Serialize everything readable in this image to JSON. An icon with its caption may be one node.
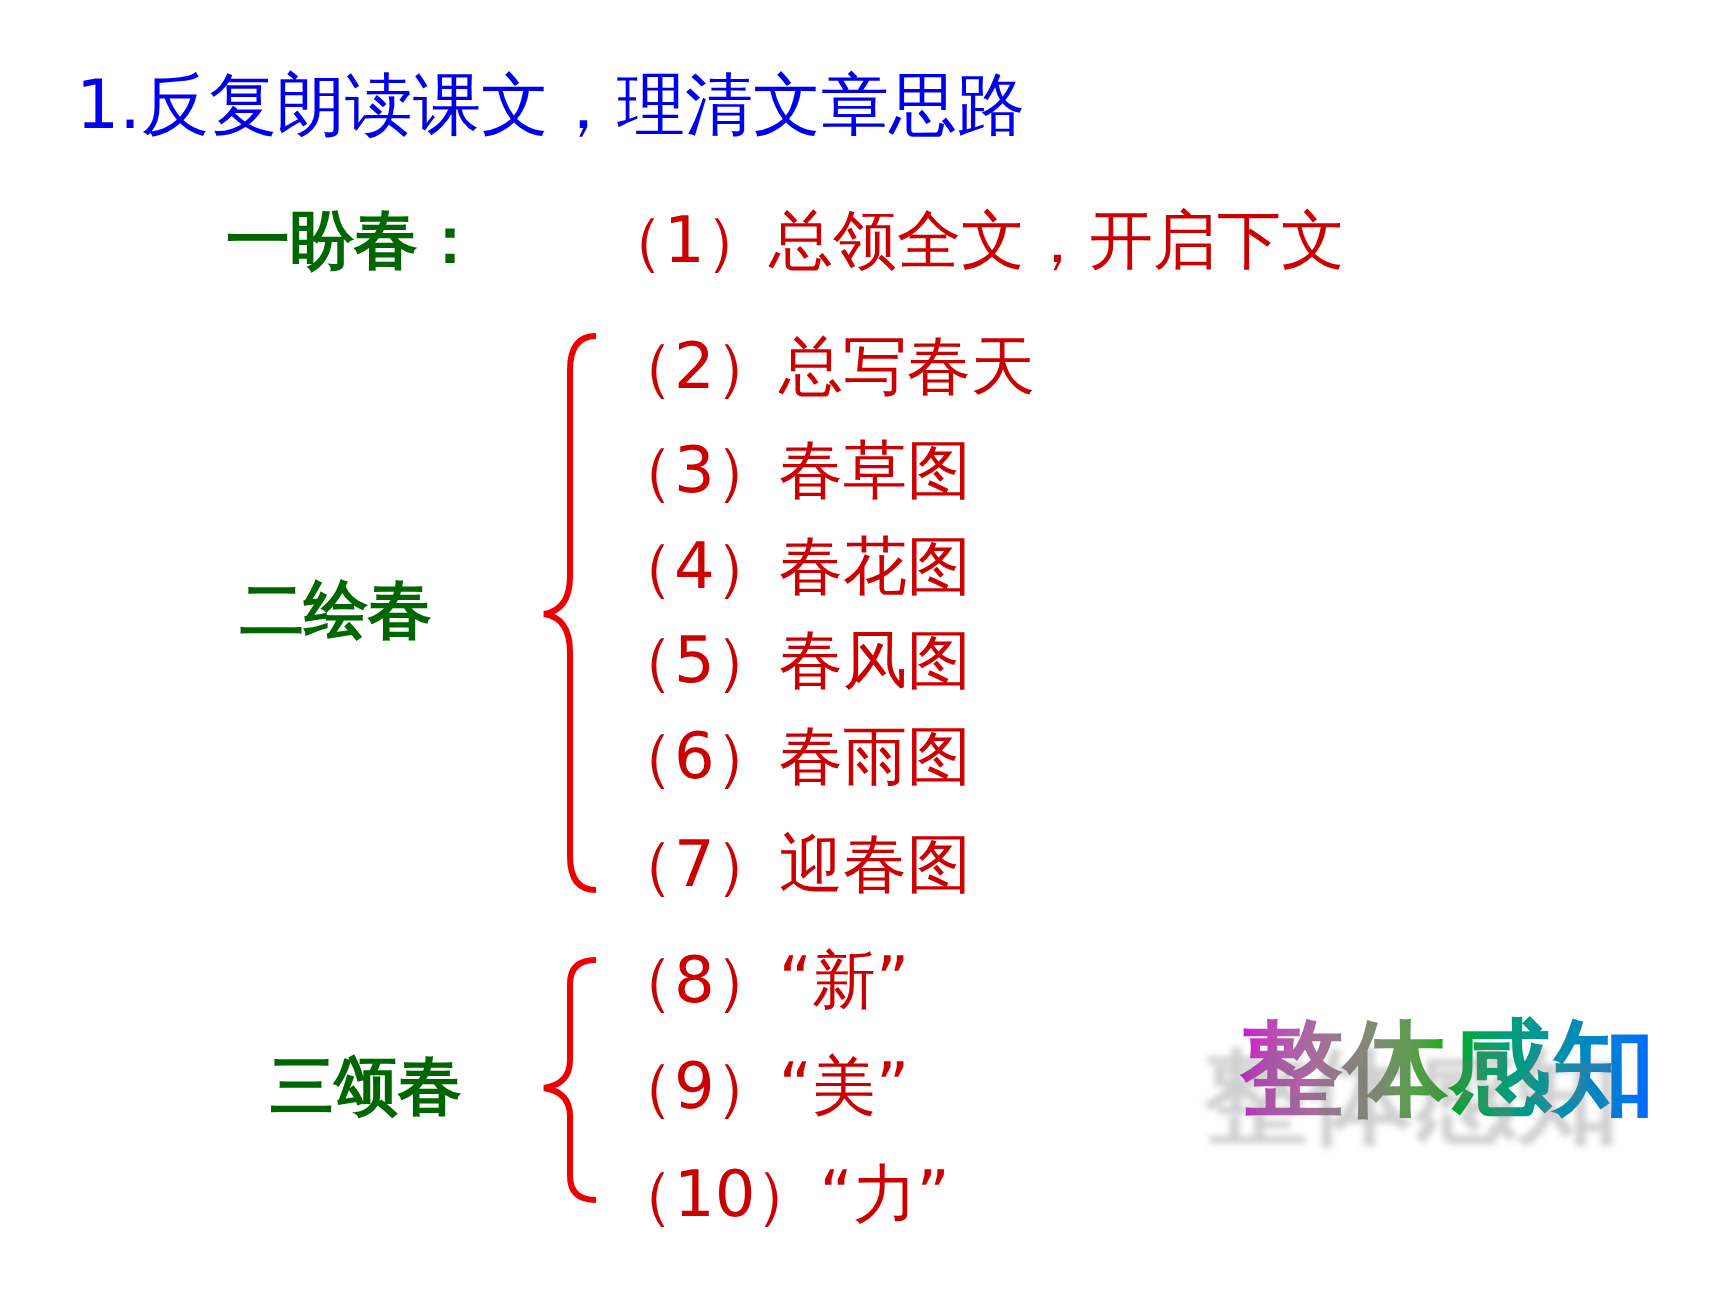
{
  "diagram": {
    "title": "1.反复朗读课文，理清文章思路",
    "labels": [
      "一盼春：",
      "（1）总领全文，开启下文",
      "二绘春",
      "（2）总写春天",
      "（3）春草图",
      "（4）春花图",
      "（5）春风图",
      "（6）春雨图",
      "（7）迎春图",
      "三颂春",
      "（8）“新”",
      "（9）“美”",
      "（10）“力”",
      "整体感知"
    ]
  }
}
